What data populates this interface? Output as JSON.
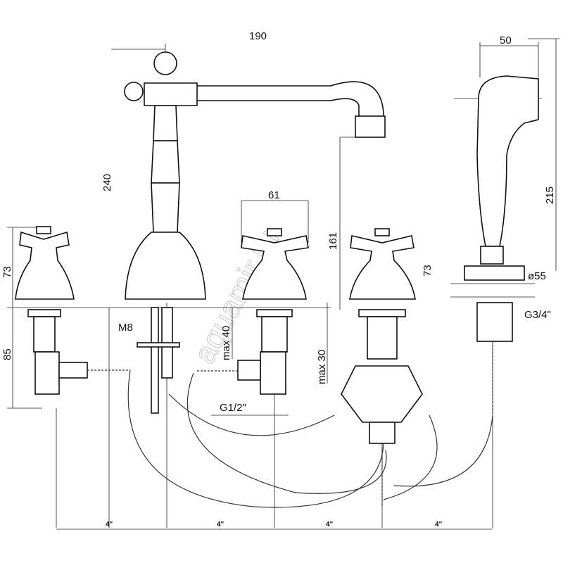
{
  "dimensions": {
    "spout_reach": "190",
    "shower_width": "50",
    "spout_height": "240",
    "shower_height": "215",
    "handle_width": "61",
    "spout_outlet_height": "161",
    "left_handle_height": "73",
    "right_handle_height": "73",
    "valve_height": "85",
    "rod_thread": "M8",
    "max_deck_left": "max 40",
    "max_deck_right": "max 30",
    "shower_base_diameter": "ø55",
    "shower_thread": "G3/4\"",
    "valve_thread": "G1/2\"",
    "spacing": [
      "4\"",
      "4\"",
      "4\"",
      "4\""
    ]
  },
  "watermark": "aquamir.ru"
}
